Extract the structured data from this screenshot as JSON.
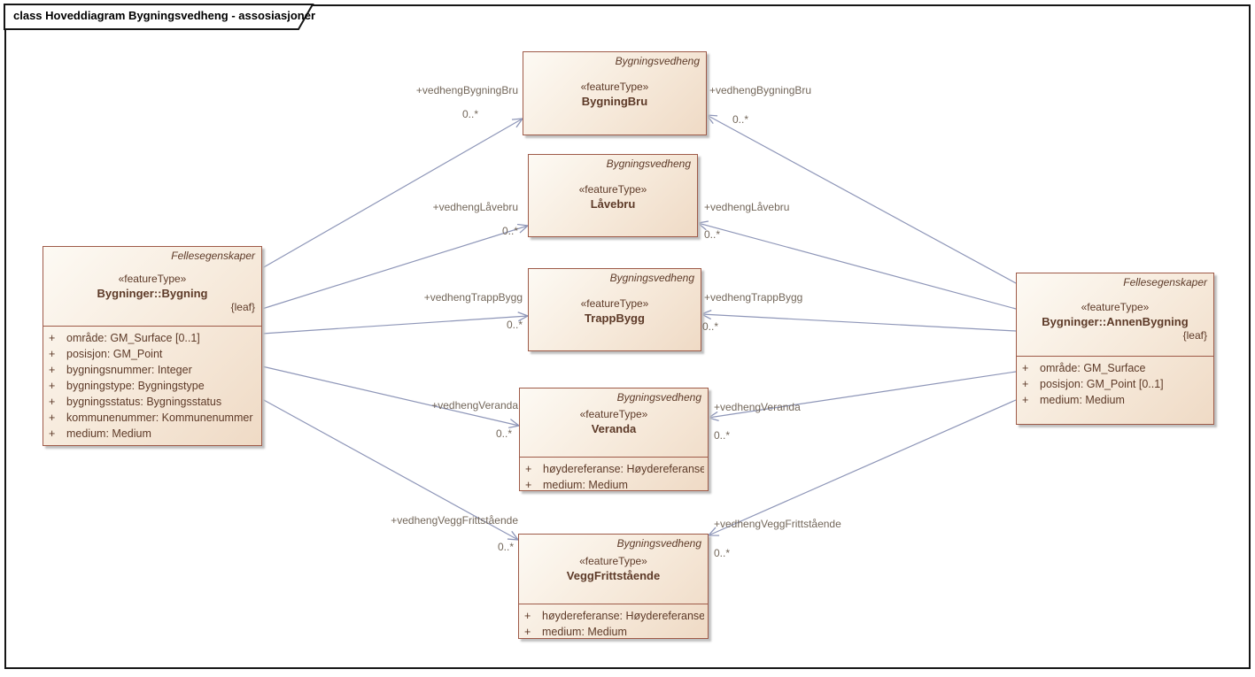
{
  "frame": {
    "title": "class Hoveddiagram Bygningsvedheng - assosiasjoner"
  },
  "colors": {
    "box_border": "#9e5a48",
    "box_fill_top": "#fdfaf4",
    "box_fill_bottom": "#efdac5",
    "box_text": "#5d3a28",
    "association_line": "#8e96b8",
    "association_label_text": "#73675a",
    "frame_border": "#161616"
  },
  "classes": [
    {
      "package": "Fellesegenskaper",
      "stereotype": "«featureType»",
      "name": "Bygninger::Bygning",
      "constraint": "{leaf}",
      "attributes": [
        {
          "vis": "+",
          "text": "område: GM_Surface [0..1]"
        },
        {
          "vis": "+",
          "text": "posisjon: GM_Point"
        },
        {
          "vis": "+",
          "text": "bygningsnummer: Integer"
        },
        {
          "vis": "+",
          "text": "bygningstype: Bygningstype"
        },
        {
          "vis": "+",
          "text": "bygningsstatus: Bygningsstatus"
        },
        {
          "vis": "+",
          "text": "kommunenummer: Kommunenummer"
        },
        {
          "vis": "+",
          "text": "medium: Medium"
        }
      ]
    },
    {
      "package": "Fellesegenskaper",
      "stereotype": "«featureType»",
      "name": "Bygninger::AnnenBygning",
      "constraint": "{leaf}",
      "attributes": [
        {
          "vis": "+",
          "text": "område: GM_Surface"
        },
        {
          "vis": "+",
          "text": "posisjon: GM_Point [0..1]"
        },
        {
          "vis": "+",
          "text": "medium: Medium"
        }
      ]
    },
    {
      "package": "Bygningsvedheng",
      "stereotype": "«featureType»",
      "name": "BygningBru"
    },
    {
      "package": "Bygningsvedheng",
      "stereotype": "«featureType»",
      "name": "Låvebru"
    },
    {
      "package": "Bygningsvedheng",
      "stereotype": "«featureType»",
      "name": "TrappBygg"
    },
    {
      "package": "Bygningsvedheng",
      "stereotype": "«featureType»",
      "name": "Veranda",
      "attributes": [
        {
          "vis": "+",
          "text": "høydereferanse: Høydereferanse"
        },
        {
          "vis": "+",
          "text": "medium: Medium"
        }
      ]
    },
    {
      "package": "Bygningsvedheng",
      "stereotype": "«featureType»",
      "name": "VeggFrittstående",
      "attributes": [
        {
          "vis": "+",
          "text": "høydereferanse: Høydereferanse"
        },
        {
          "vis": "+",
          "text": "medium: Medium"
        }
      ]
    }
  ],
  "associations": [
    {
      "source": "Bygninger::Bygning",
      "target": "BygningBru",
      "label": "+vedhengBygningBru",
      "multiplicity": "0..*"
    },
    {
      "source": "Bygninger::Bygning",
      "target": "Låvebru",
      "label": "+vedhengLåvebru",
      "multiplicity": "0..*"
    },
    {
      "source": "Bygninger::Bygning",
      "target": "TrappBygg",
      "label": "+vedhengTrappBygg",
      "multiplicity": "0..*"
    },
    {
      "source": "Bygninger::Bygning",
      "target": "Veranda",
      "label": "+vedhengVeranda",
      "multiplicity": "0..*"
    },
    {
      "source": "Bygninger::Bygning",
      "target": "VeggFrittstående",
      "label": "+vedhengVeggFrittstående",
      "multiplicity": "0..*"
    },
    {
      "source": "Bygninger::AnnenBygning",
      "target": "BygningBru",
      "label": "+vedhengBygningBru",
      "multiplicity": "0..*"
    },
    {
      "source": "Bygninger::AnnenBygning",
      "target": "Låvebru",
      "label": "+vedhengLåvebru",
      "multiplicity": "0..*"
    },
    {
      "source": "Bygninger::AnnenBygning",
      "target": "TrappBygg",
      "label": "+vedhengTrappBygg",
      "multiplicity": "0..*"
    },
    {
      "source": "Bygninger::AnnenBygning",
      "target": "Veranda",
      "label": "+vedhengVeranda",
      "multiplicity": "0..*"
    },
    {
      "source": "Bygninger::AnnenBygning",
      "target": "VeggFrittstående",
      "label": "+vedhengVeggFrittstående",
      "multiplicity": "0..*"
    }
  ]
}
